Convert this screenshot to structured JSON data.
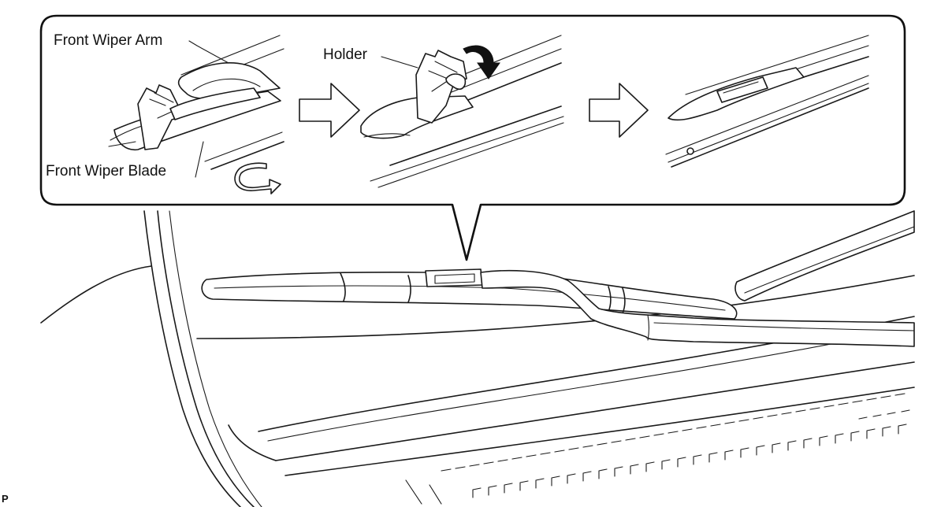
{
  "labels": {
    "front_wiper_arm": "Front Wiper Arm",
    "front_wiper_blade": "Front Wiper Blade",
    "holder": "Holder",
    "figure_code": "P"
  },
  "steps": [
    {
      "name": "step-1-release",
      "arrow_after": true
    },
    {
      "name": "step-2-rotate-holder",
      "arrow_after": true
    },
    {
      "name": "step-3-removed"
    }
  ]
}
